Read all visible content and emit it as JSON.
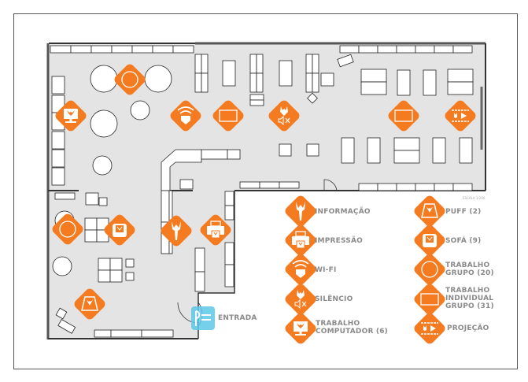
{
  "colors": {
    "accent": "#F47B20",
    "floor": "#E4E4E4",
    "entrance": "#5CC8E8",
    "label": "#8A8A8A"
  },
  "scale": "ESCALA 1/200",
  "entrance": {
    "label": "ENTRADA",
    "icon": "entrance-logo-icon"
  },
  "legend": [
    {
      "type": "info",
      "label": "INFORMAÇÃO"
    },
    {
      "type": "print",
      "label": "IMPRESSÃO"
    },
    {
      "type": "wifi",
      "label": "WI-FI"
    },
    {
      "type": "silence",
      "label": "SILÊNCIO"
    },
    {
      "type": "computer",
      "label_line1": "TRABALHO",
      "label_line2": "COMPUTADOR (6)"
    },
    {
      "type": "puff",
      "label": "PUFF (2)"
    },
    {
      "type": "sofa",
      "label": "SOFÁ (9)"
    },
    {
      "type": "group",
      "label_line1": "TRABALHO",
      "label_line2": "GRUPO (20)"
    },
    {
      "type": "individual",
      "label_line1": "TRABALHO",
      "label_line2": "INDIVIDUAL",
      "label_line3": "GRUPO (31)"
    },
    {
      "type": "projection",
      "label": "PROJEÇÃO"
    }
  ]
}
